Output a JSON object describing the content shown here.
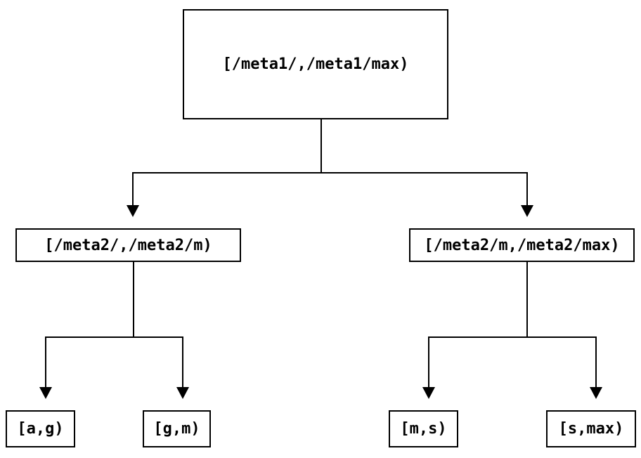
{
  "diagram": {
    "type": "tree",
    "background_color": "#ffffff",
    "line_color": "#000000",
    "text_color": "#000000",
    "nodes": [
      {
        "id": "root",
        "label": "[/meta1/,/meta1/max)",
        "level": 0
      },
      {
        "id": "left-mid",
        "label": "[/meta2/,/meta2/m)",
        "level": 1
      },
      {
        "id": "right-mid",
        "label": "[/meta2/m,/meta2/max)",
        "level": 1
      },
      {
        "id": "leaf-ag",
        "label": "[a,g)",
        "level": 2
      },
      {
        "id": "leaf-gm",
        "label": "[g,m)",
        "level": 2
      },
      {
        "id": "leaf-ms",
        "label": "[m,s)",
        "level": 2
      },
      {
        "id": "leaf-smax",
        "label": "[s,max)",
        "level": 2
      }
    ],
    "edges": [
      {
        "from": "root",
        "to": "left-mid"
      },
      {
        "from": "root",
        "to": "right-mid"
      },
      {
        "from": "left-mid",
        "to": "leaf-ag"
      },
      {
        "from": "left-mid",
        "to": "leaf-gm"
      },
      {
        "from": "right-mid",
        "to": "leaf-ms"
      },
      {
        "from": "right-mid",
        "to": "leaf-smax"
      }
    ]
  }
}
